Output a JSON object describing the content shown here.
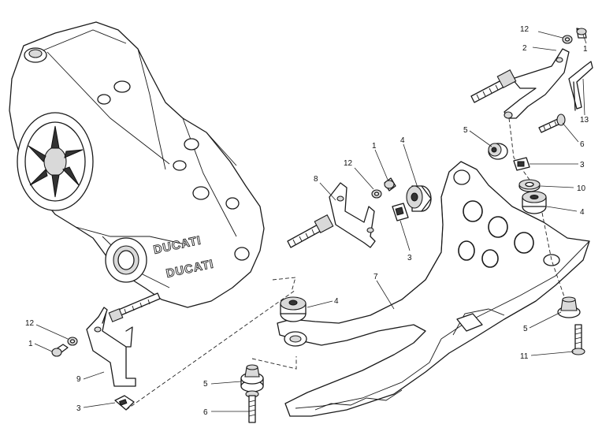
{
  "diagram": {
    "brand_logo": "DUCATI",
    "callouts": [
      {
        "id": "c12a",
        "text": "12"
      },
      {
        "id": "c1a",
        "text": "1"
      },
      {
        "id": "c2",
        "text": "2"
      },
      {
        "id": "c13",
        "text": "13"
      },
      {
        "id": "c6a",
        "text": "6"
      },
      {
        "id": "c5a",
        "text": "5"
      },
      {
        "id": "c3a",
        "text": "3"
      },
      {
        "id": "c10",
        "text": "10"
      },
      {
        "id": "c4a",
        "text": "4"
      },
      {
        "id": "c1b",
        "text": "1"
      },
      {
        "id": "c12b",
        "text": "12"
      },
      {
        "id": "c4b",
        "text": "4"
      },
      {
        "id": "c8",
        "text": "8"
      },
      {
        "id": "c3b",
        "text": "3"
      },
      {
        "id": "c7",
        "text": "7"
      },
      {
        "id": "c4c",
        "text": "4"
      },
      {
        "id": "c5b",
        "text": "5"
      },
      {
        "id": "c11",
        "text": "11"
      },
      {
        "id": "c12c",
        "text": "12"
      },
      {
        "id": "c1c",
        "text": "1"
      },
      {
        "id": "c9",
        "text": "9"
      },
      {
        "id": "c3c",
        "text": "3"
      },
      {
        "id": "c5c",
        "text": "5"
      },
      {
        "id": "c6b",
        "text": "6"
      }
    ]
  }
}
